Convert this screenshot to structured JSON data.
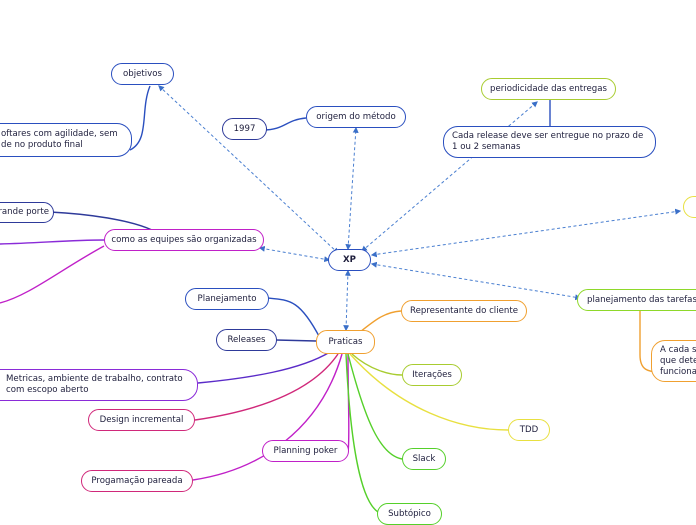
{
  "center": "XP",
  "objetivos": {
    "label": "objetivos",
    "child": "oftares com agilidade, sem de no produto final"
  },
  "origem": {
    "label": "origem do método",
    "child": "1997"
  },
  "periodicidade": {
    "label": "periodicidade das entregas",
    "child": "Cada release deve ser entregue no prazo de 1 ou 2 semanas"
  },
  "equipes": {
    "label": "como as equipes são organizadas",
    "child": "rande porte"
  },
  "planejamento_tarefas": {
    "label": "planejamento das  tarefas",
    "child": "A cada se que dete funciona"
  },
  "praticas": {
    "label": "Praticas",
    "left": [
      "Planejamento",
      "Releases",
      "Metricas, ambiente de trabalho, contrato com escopo aberto",
      "Design incremental",
      "Progamação pareada"
    ],
    "right": [
      "Representante do cliente",
      "Iterações",
      "TDD",
      "Slack",
      "Subtópico",
      "Planning poker"
    ]
  }
}
